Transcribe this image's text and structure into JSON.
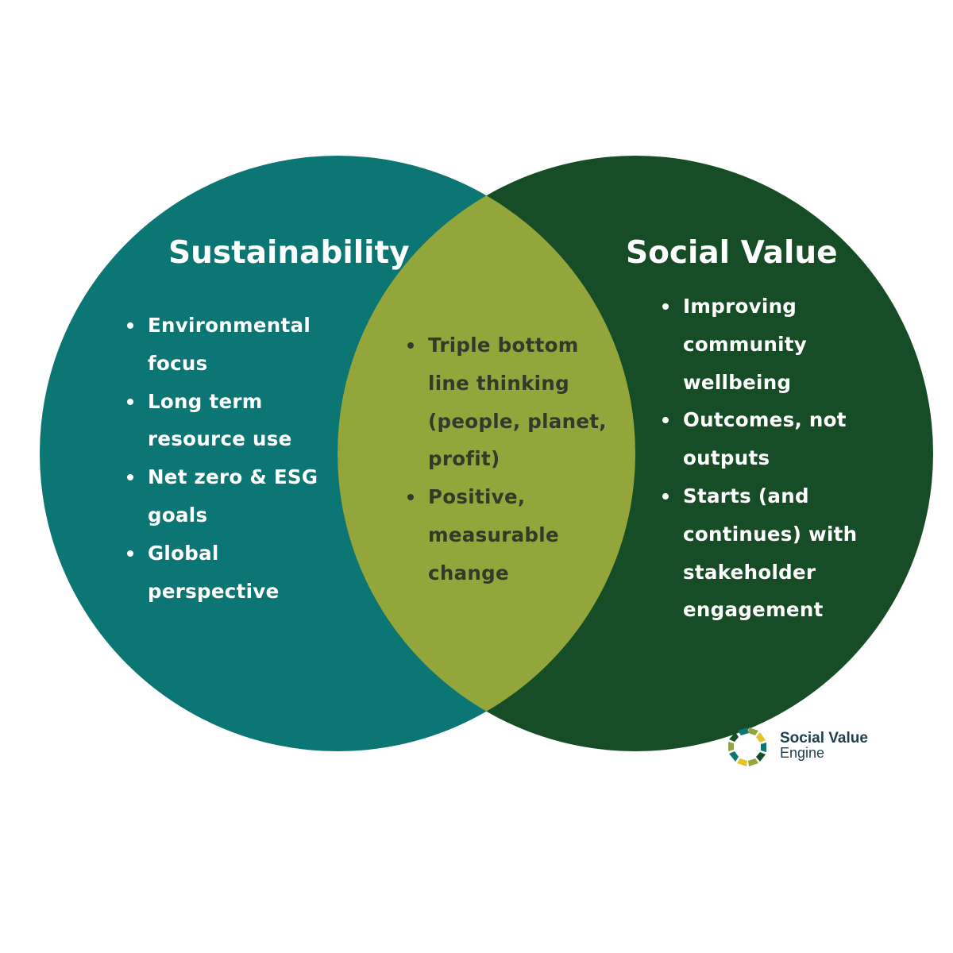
{
  "colors": {
    "sustainability_circle": "#0c7674",
    "social_value_circle": "#164d27",
    "overlap": "#93a63c",
    "overlap_text": "#333a2a",
    "outer_text": "#ffffff",
    "brand_text": "#1d3f4f"
  },
  "sustainability": {
    "title": "Sustainability",
    "items": [
      "Environmental focus",
      "Long term resource use",
      "Net zero & ESG goals",
      "Global perspective"
    ]
  },
  "overlap": {
    "items": [
      "Triple bottom line thinking (people, planet, profit)",
      "Positive, measurable change"
    ]
  },
  "social_value": {
    "title": "Social Value",
    "items": [
      "Improving community wellbeing",
      "Outcomes, not outputs",
      "Starts (and continues) with stakeholder engagement"
    ]
  },
  "brand": {
    "line1": "Social Value",
    "line2": "Engine",
    "icon": "gear-logo-icon"
  }
}
